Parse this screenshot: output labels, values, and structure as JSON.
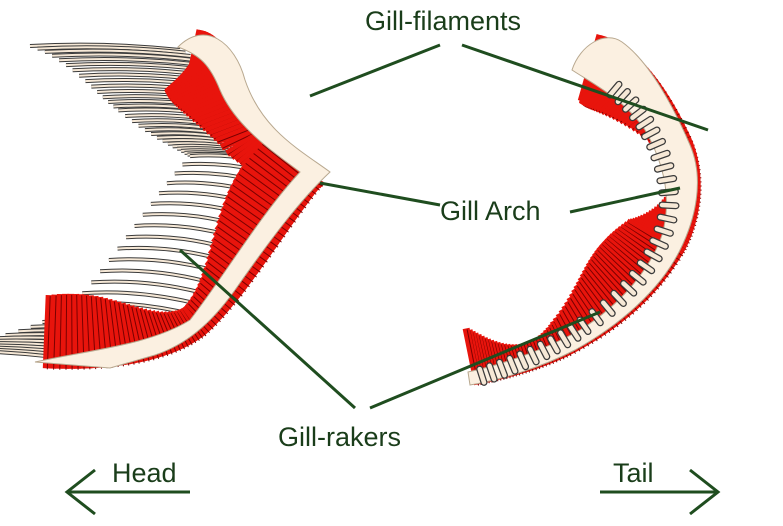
{
  "labels": {
    "filaments": "Gill-filaments",
    "arch": "Gill Arch",
    "rakers": "Gill-rakers"
  },
  "directions": {
    "head": "Head",
    "tail": "Tail"
  },
  "colors": {
    "filament_red": "#e8140c",
    "filament_edge": "#7a0000",
    "arch_fill": "#fbf0e1",
    "raker_fill": "#f6e8d6",
    "raker_stroke": "#3a3a3a",
    "pointer_line": "#1f4d1f"
  }
}
